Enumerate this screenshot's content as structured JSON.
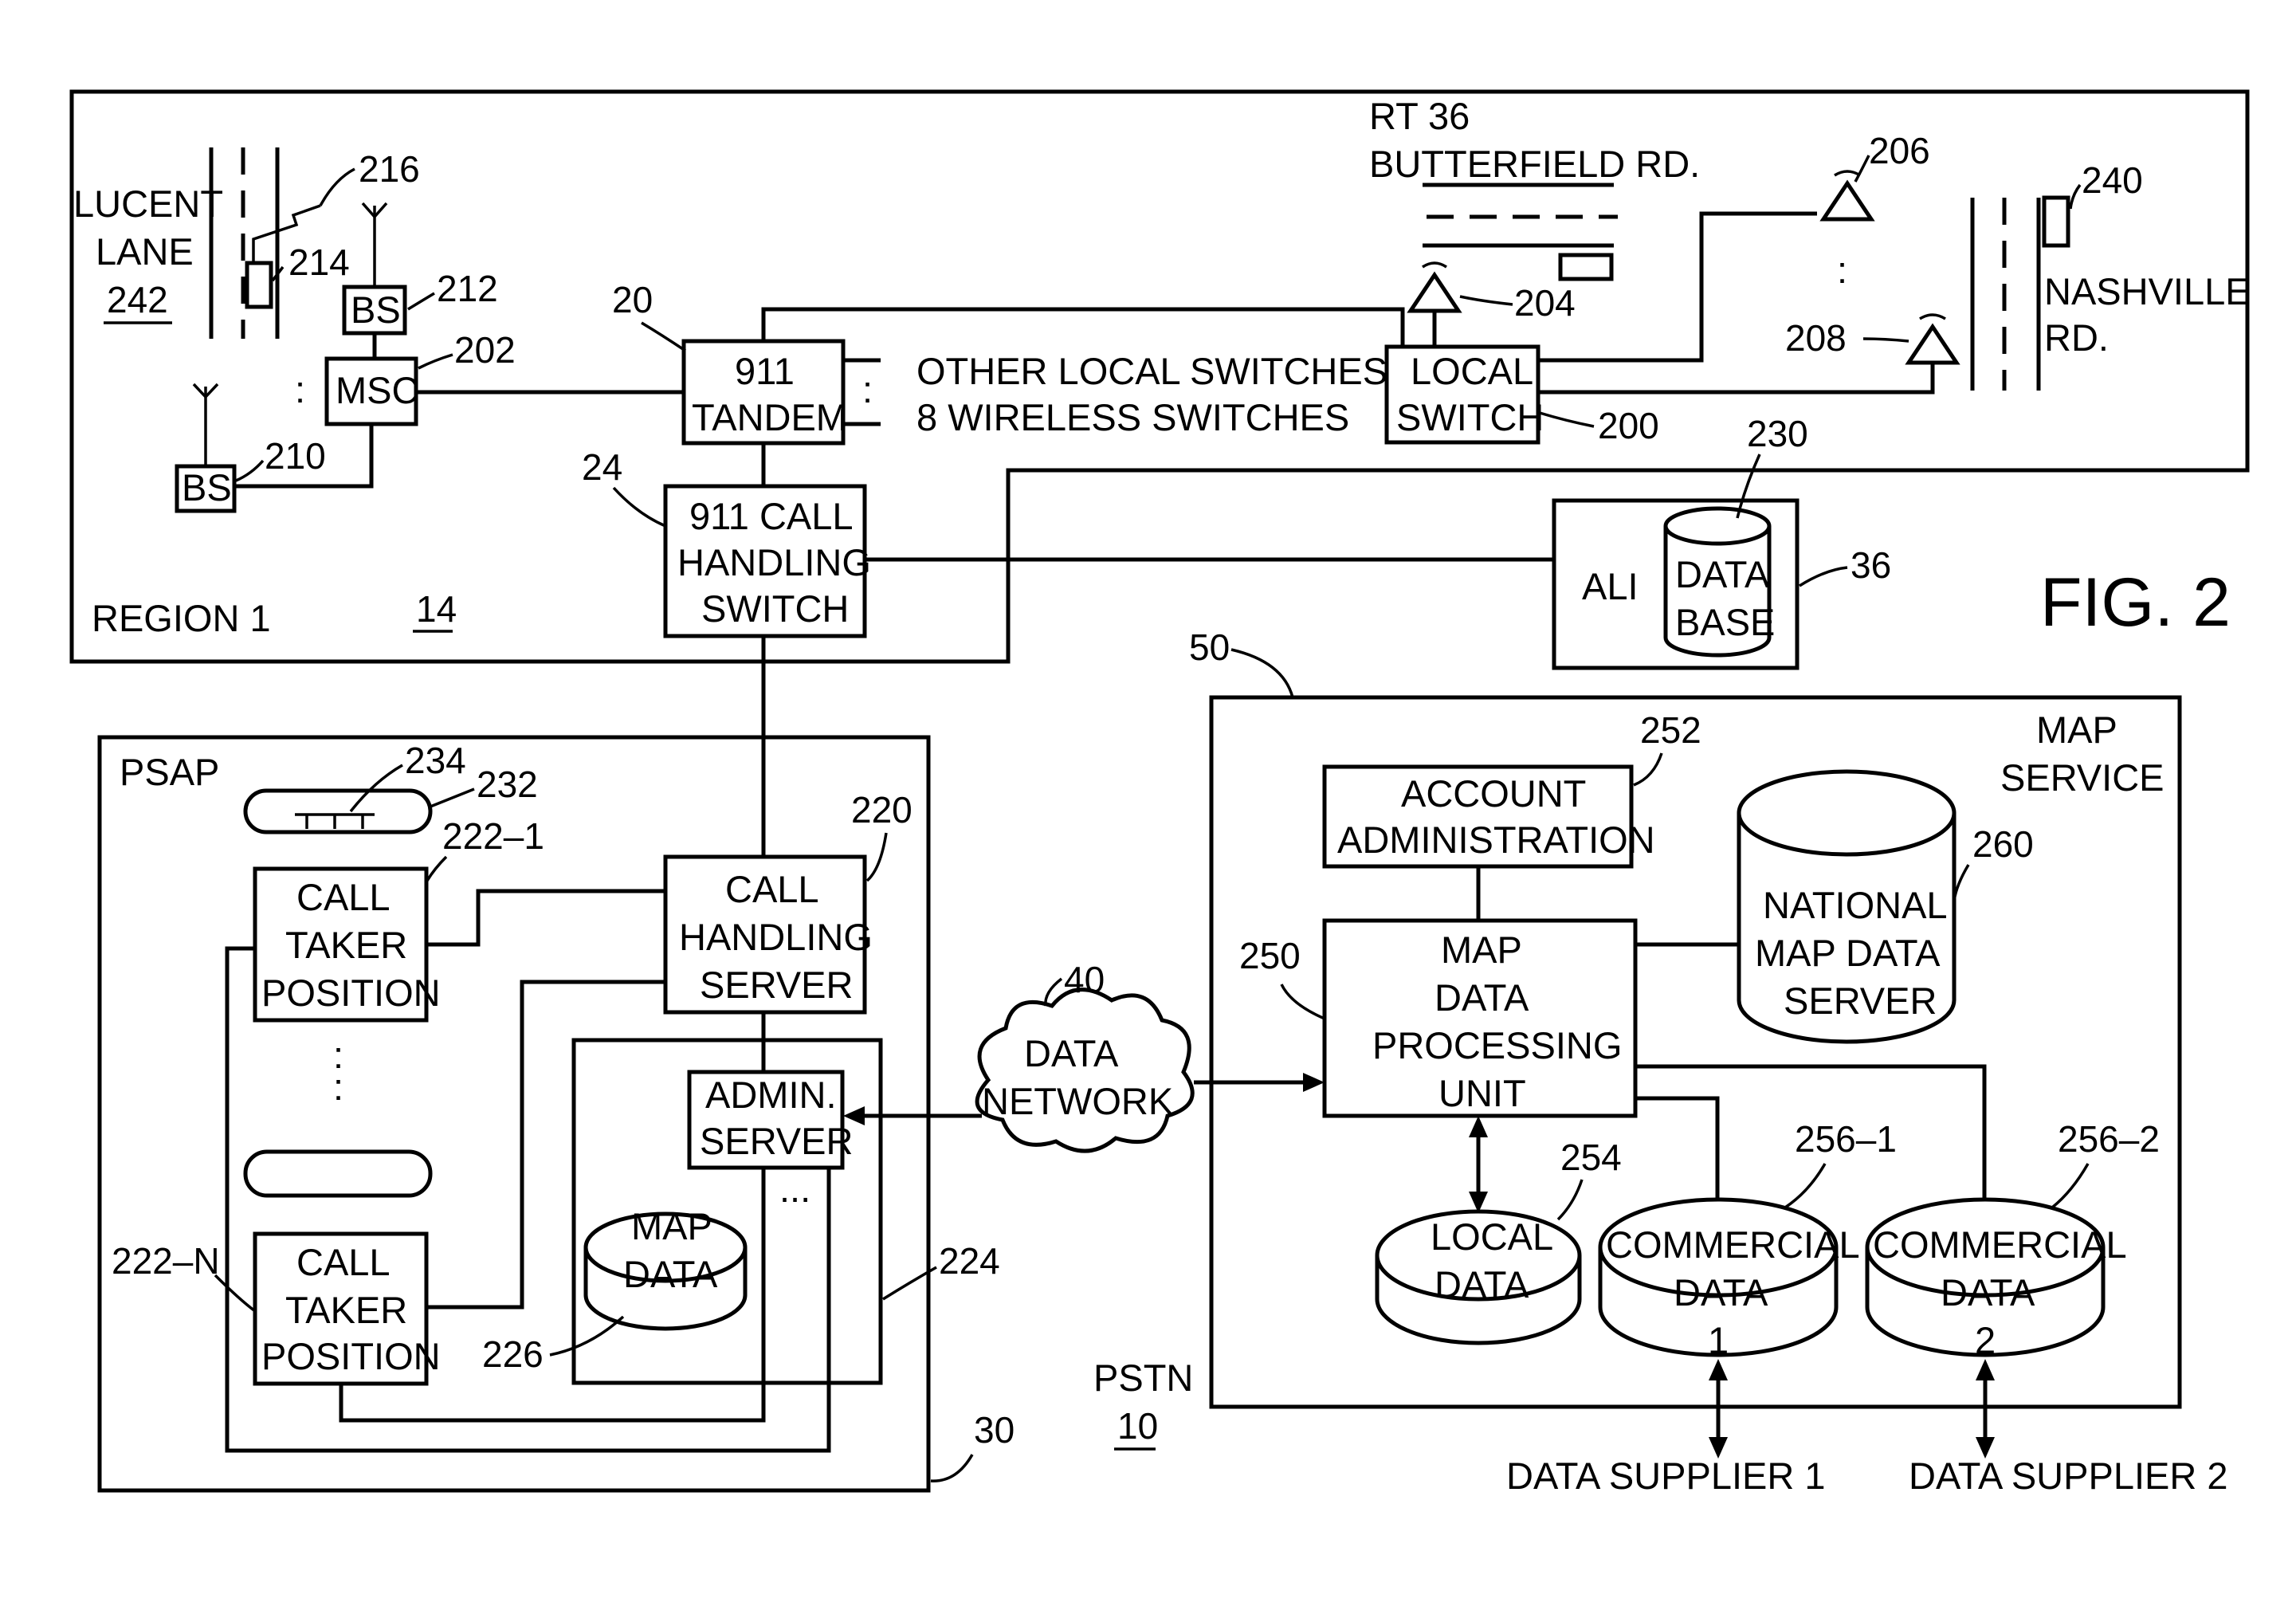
{
  "figure_label": "FIG. 2",
  "regions": {
    "region1": {
      "label": "REGION 1",
      "ref": "14"
    },
    "psap": {
      "label": "PSAP",
      "ref": "30"
    },
    "map_service": {
      "label_line1": "MAP",
      "label_line2": "SERVICE",
      "ref": "50"
    },
    "pstn": {
      "label": "PSTN",
      "ref": "10"
    }
  },
  "roads": {
    "lucent": {
      "line1": "LUCENT",
      "line2": "LANE",
      "ref": "242"
    },
    "rt36": {
      "line1": "RT 36",
      "line2": "BUTTERFIELD RD."
    },
    "nashville": {
      "line1": "NASHVILLE",
      "line2": "RD."
    }
  },
  "nodes": {
    "bs212": {
      "label": "BS",
      "ref": "212"
    },
    "bs210": {
      "label": "BS",
      "ref": "210"
    },
    "msc": {
      "label": "MSC",
      "ref": "202"
    },
    "tandem": {
      "line1": "911",
      "line2": "TANDEM",
      "ref": "20"
    },
    "other_switches": {
      "line1": "OTHER LOCAL SWITCHES",
      "line2": "8 WIRELESS SWITCHES"
    },
    "local_switch": {
      "line1": "LOCAL",
      "line2": "SWITCH",
      "ref": "200"
    },
    "call_handling_switch": {
      "line1": "911 CALL",
      "line2": "HANDLING",
      "line3": "SWITCH",
      "ref": "24"
    },
    "ali": {
      "label": "ALI",
      "ref": "36"
    },
    "ali_db": {
      "line1": "DATA",
      "line2": "BASE",
      "ref": "230"
    },
    "call_handling_server": {
      "line1": "CALL",
      "line2": "HANDLING",
      "line3": "SERVER",
      "ref": "220"
    },
    "call_taker_1": {
      "line1": "CALL",
      "line2": "TAKER",
      "line3": "POSITION",
      "ref": "222–1"
    },
    "call_taker_n": {
      "line1": "CALL",
      "line2": "TAKER",
      "line3": "POSITION",
      "ref": "222–N"
    },
    "admin_server": {
      "line1": "ADMIN.",
      "line2": "SERVER",
      "ref": "224"
    },
    "map_data": {
      "line1": "MAP",
      "line2": "DATA",
      "ref": "226"
    },
    "data_network": {
      "line1": "DATA",
      "line2": "NETWORK",
      "ref": "40"
    },
    "account_admin": {
      "line1": "ACCOUNT",
      "line2": "ADMINISTRATION",
      "ref": "252"
    },
    "map_processing": {
      "line1": "MAP",
      "line2": "DATA",
      "line3": "PROCESSING",
      "line4": "UNIT",
      "ref": "250"
    },
    "national_map": {
      "line1": "NATIONAL",
      "line2": "MAP DATA",
      "line3": "SERVER",
      "ref": "260"
    },
    "local_data": {
      "line1": "LOCAL",
      "line2": "DATA",
      "ref": "254"
    },
    "commercial_1": {
      "line1": "COMMERCIAL",
      "line2": "DATA",
      "line3": "1",
      "ref": "256–1"
    },
    "commercial_2": {
      "line1": "COMMERCIAL",
      "line2": "DATA",
      "line3": "2",
      "ref": "256–2"
    },
    "supplier_1": {
      "label": "DATA SUPPLIER 1"
    },
    "supplier_2": {
      "label": "DATA SUPPLIER 2"
    }
  },
  "misc_refs": {
    "mobile_214": "214",
    "antenna_216": "216",
    "phone_204": "204",
    "phone_206": "206",
    "phone_208": "208",
    "vehicle_240": "240",
    "display_232": "232",
    "display_234": "234"
  },
  "ellipsis": {
    "vertical": ":",
    "horizontal": "..."
  }
}
